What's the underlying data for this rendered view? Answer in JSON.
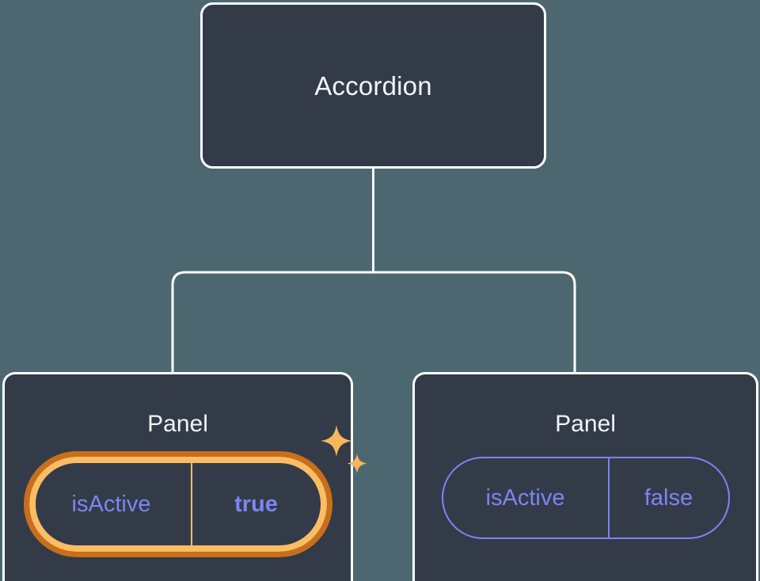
{
  "canvas": {
    "background_color": "#4c6770",
    "node_fill_color": "#333b49",
    "node_border_color": "#ffffff",
    "connector_color": "#ffffff",
    "accent_periwinkle": "#7c85ef",
    "accent_amber_inner": "#fbbd63",
    "accent_amber_outer": "#c96e1a"
  },
  "tree": {
    "root": {
      "label": "Accordion"
    },
    "children": [
      {
        "label": "Panel",
        "highlighted": true,
        "prop": {
          "key": "isActive",
          "value": "true",
          "value_bold": true
        },
        "decoration": "sparkles-icon"
      },
      {
        "label": "Panel",
        "highlighted": false,
        "prop": {
          "key": "isActive",
          "value": "false",
          "value_bold": false
        },
        "decoration": null
      }
    ]
  }
}
